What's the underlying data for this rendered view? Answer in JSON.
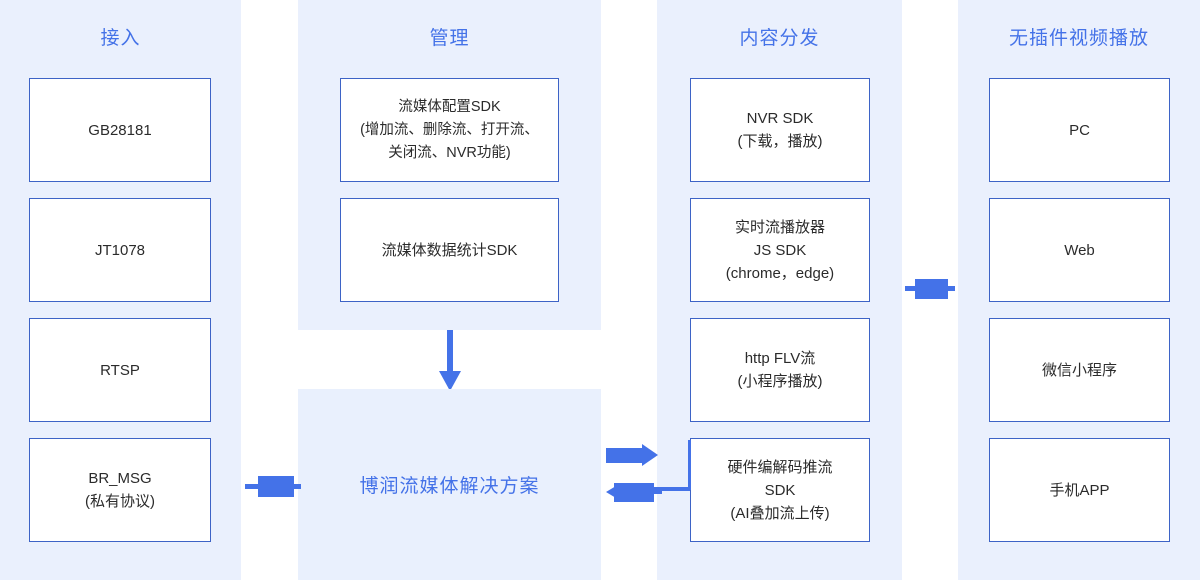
{
  "diagram": {
    "title_color": "#4472e8",
    "panel_color": "#eaf0fd",
    "box_border_color": "#3d63c6",
    "arrow_color": "#4472e8",
    "columns": [
      {
        "id": "access",
        "title": "接入",
        "nodes": [
          {
            "label": "GB28181"
          },
          {
            "label": "JT1078"
          },
          {
            "label": "RTSP"
          },
          {
            "label": "BR_MSG\n(私有协议)"
          }
        ]
      },
      {
        "id": "management",
        "title": "管理",
        "nodes": [
          {
            "label": "流媒体配置SDK\n(增加流、删除流、打开流、\n关闭流、NVR功能)"
          },
          {
            "label": "流媒体数据统计SDK"
          }
        ]
      },
      {
        "id": "content-distribution",
        "title": "内容分发",
        "nodes": [
          {
            "label": "NVR SDK\n(下载，播放)"
          },
          {
            "label": "实时流播放器\nJS SDK\n(chrome，edge)"
          },
          {
            "label": "http FLV流\n(小程序播放)"
          },
          {
            "label": "硬件编解码推流\nSDK\n(AI叠加流上传)"
          }
        ]
      },
      {
        "id": "plugin-free-playback",
        "title": "无插件视频播放",
        "nodes": [
          {
            "label": "PC"
          },
          {
            "label": "Web"
          },
          {
            "label": "微信小程序"
          },
          {
            "label": "手机APP"
          }
        ]
      }
    ],
    "center": {
      "label": "博润流媒体解决方案"
    }
  }
}
